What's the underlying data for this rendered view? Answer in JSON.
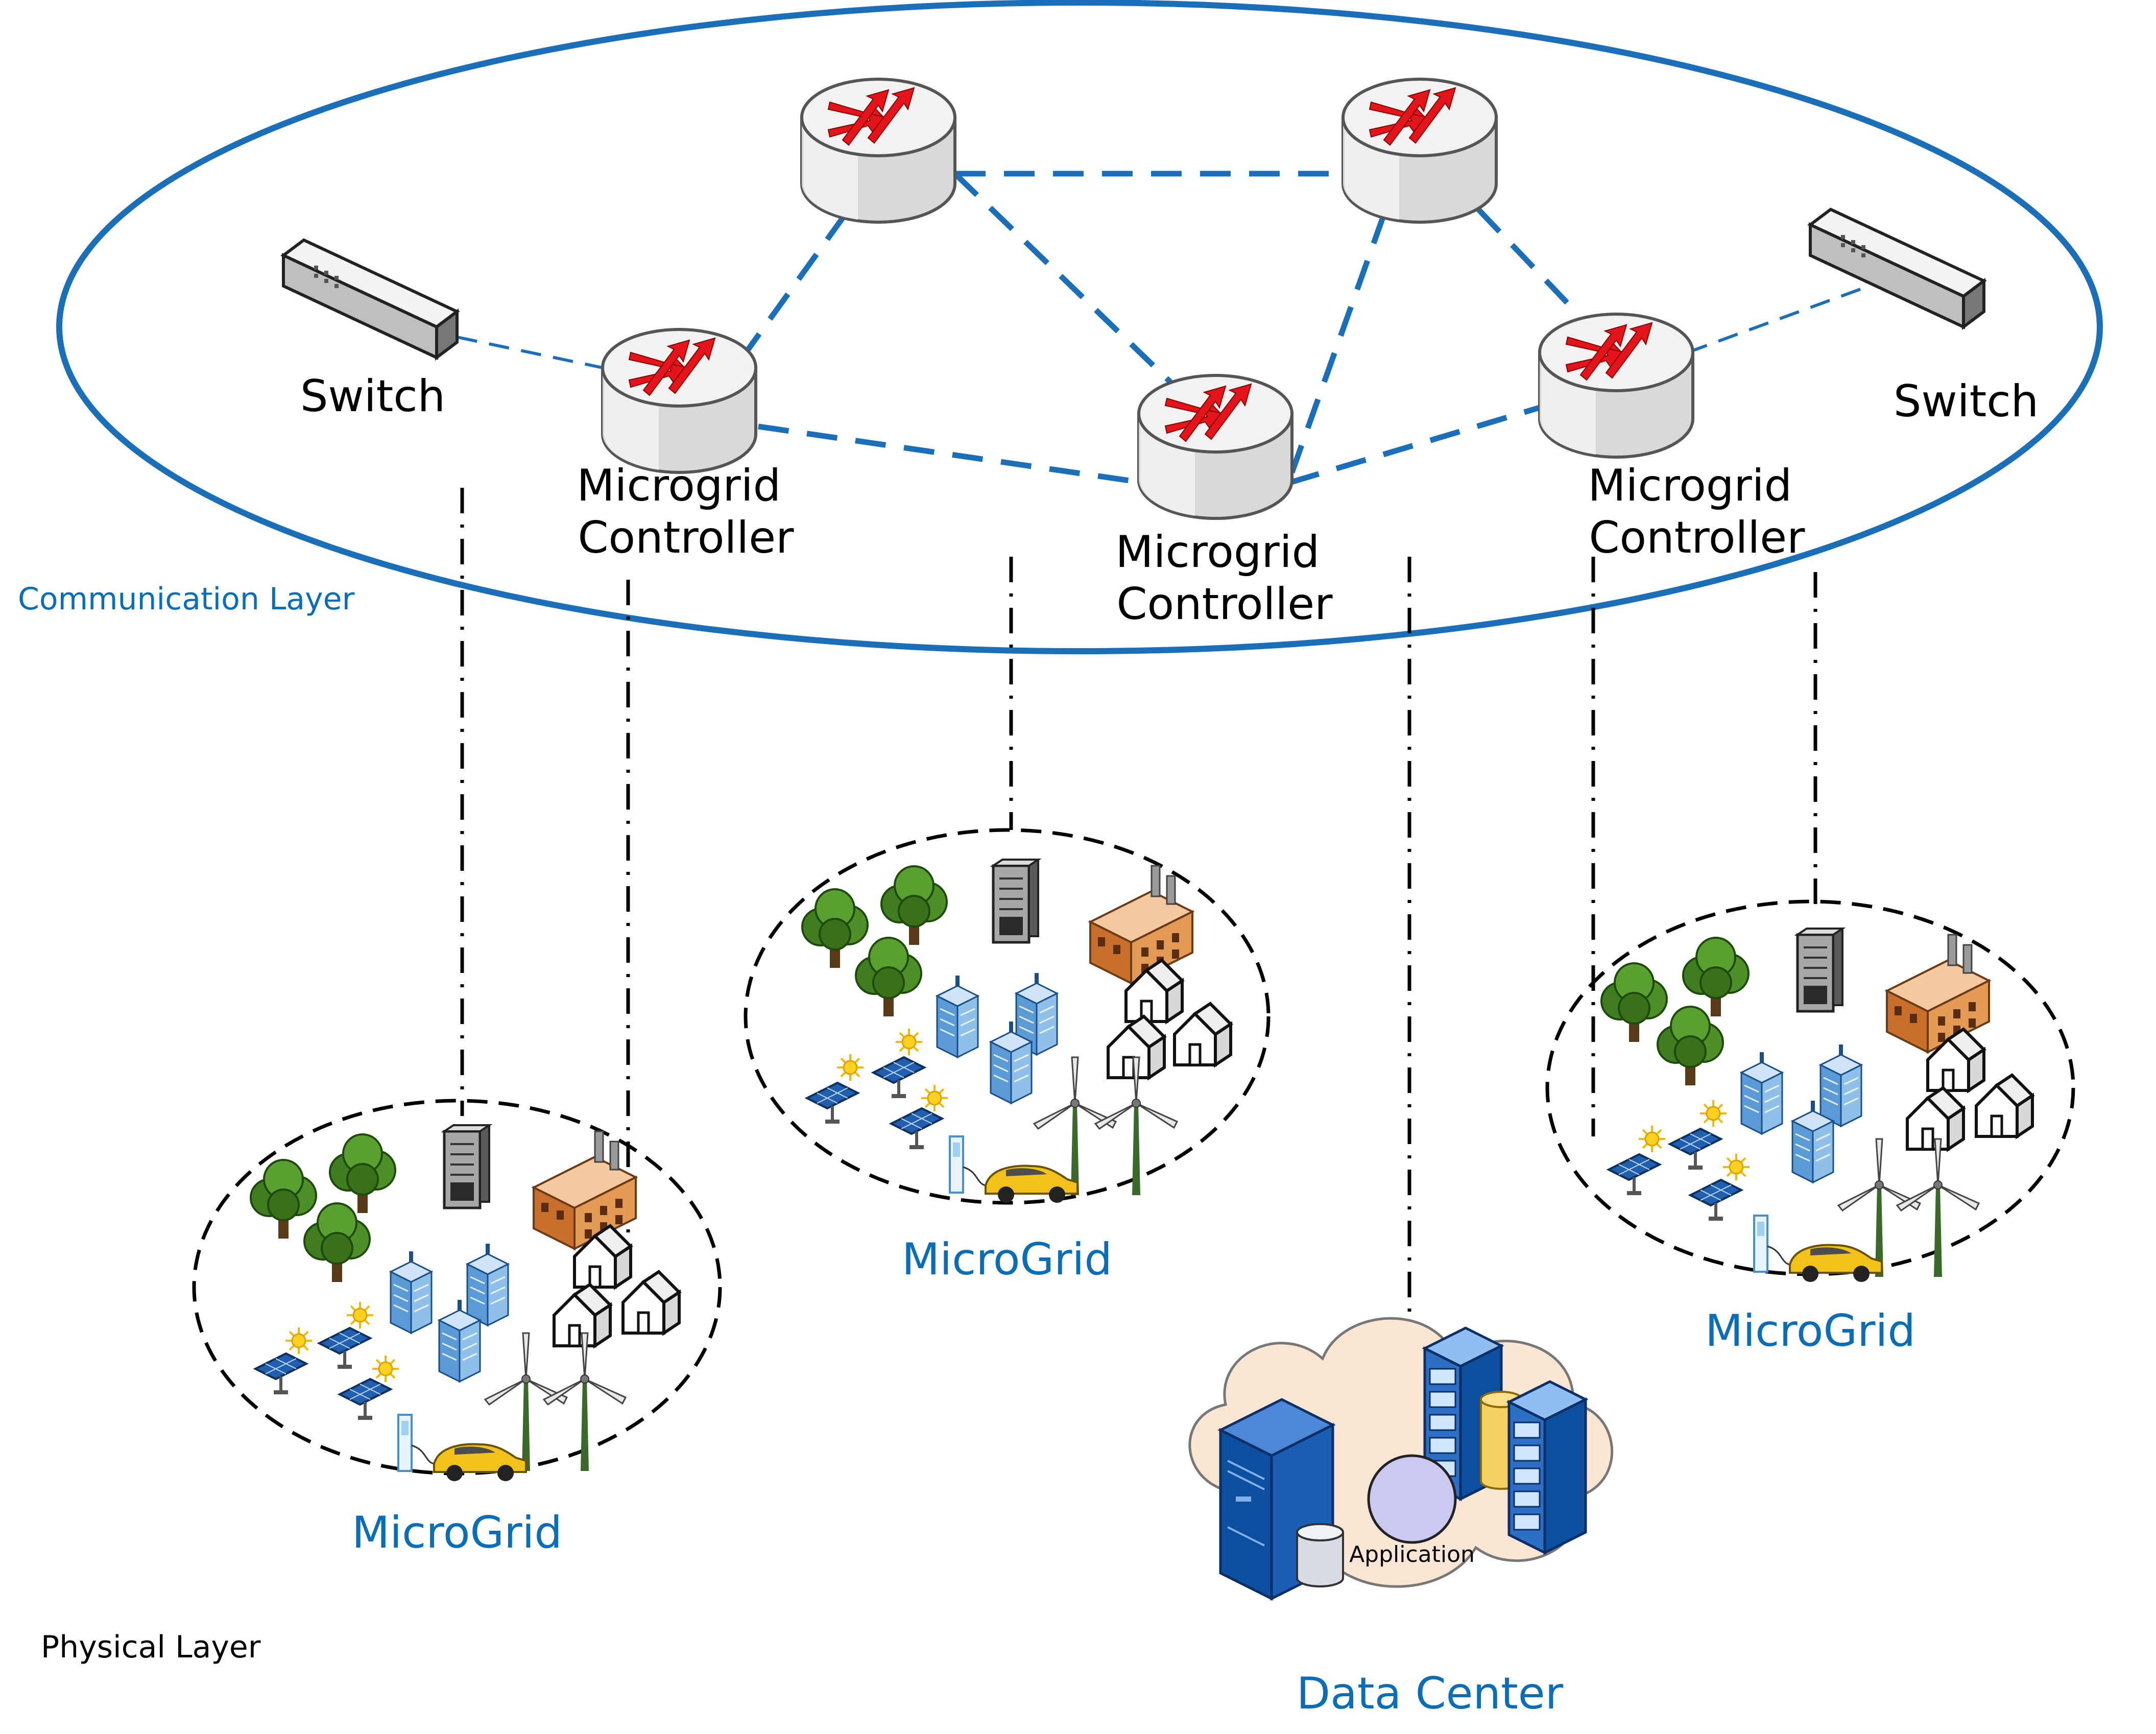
{
  "colors": {
    "layer_ring": "#1a6fb8",
    "link": "#1a6fb8",
    "label_blue": "#0a6db8",
    "router_arrow": "#e4141b",
    "cloud_fill": "#fbe6d4",
    "server_blue": "#0b4f9e"
  },
  "layers": {
    "communication": "Communication Layer",
    "physical": "Physical Layer"
  },
  "nodes": {
    "switch_left": "Switch",
    "switch_right": "Switch",
    "controller_left": [
      "Microgrid",
      "Controller"
    ],
    "controller_center": [
      "Microgrid",
      "Controller"
    ],
    "controller_right": [
      "Microgrid",
      "Controller"
    ]
  },
  "regions": {
    "microgrid_left": "MicroGrid",
    "microgrid_center": "MicroGrid",
    "microgrid_right": "MicroGrid",
    "data_center": "Data Center",
    "application": "Application"
  },
  "icons": [
    "router-icon",
    "switch-icon",
    "server-tower-icon",
    "factory-icon",
    "tree-icon",
    "office-building-icon",
    "house-icon",
    "solar-panel-icon",
    "sun-icon",
    "wind-turbine-icon",
    "ev-charger-icon",
    "electric-car-icon",
    "database-icon",
    "cloud-icon"
  ]
}
